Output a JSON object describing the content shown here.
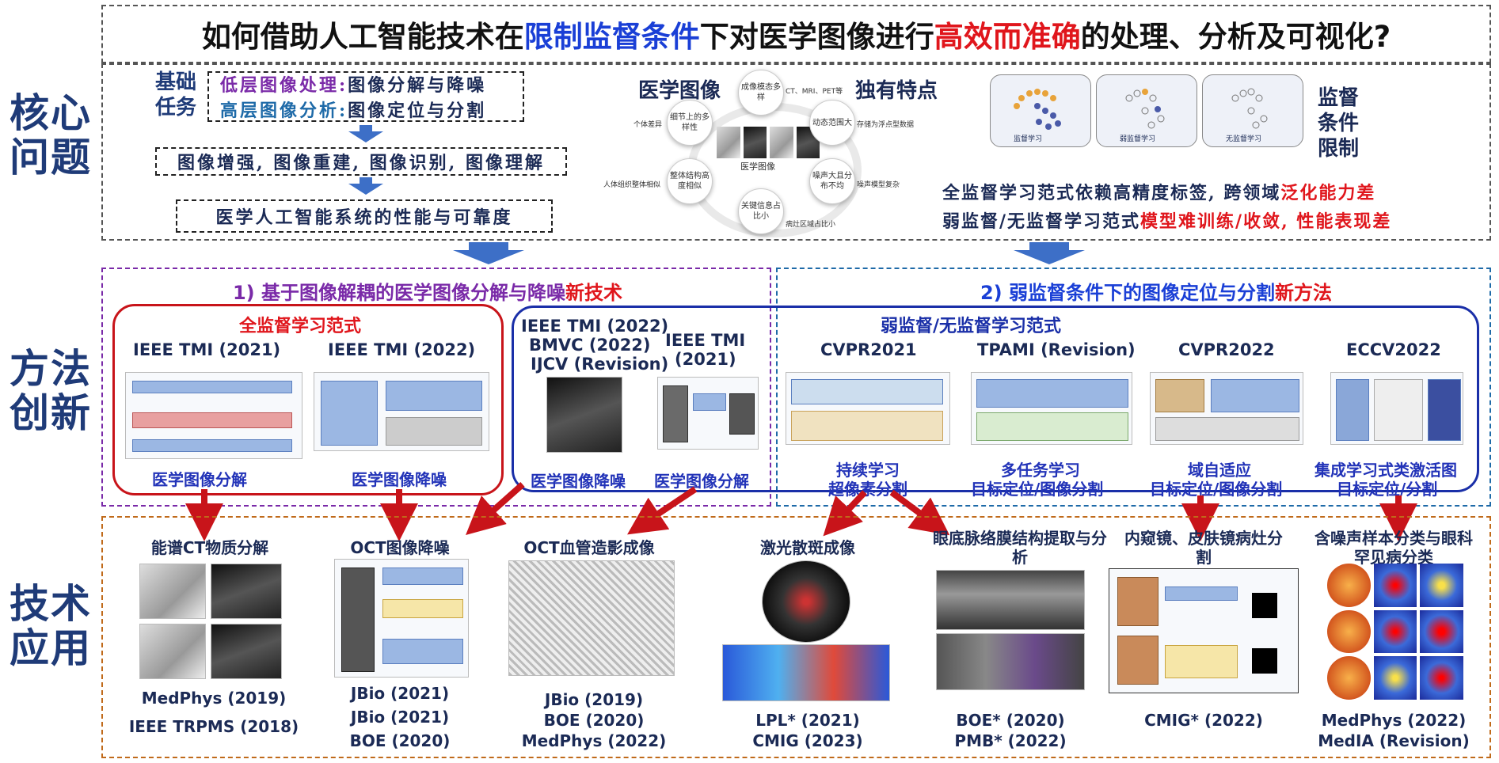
{
  "sections": {
    "core": "核心问题",
    "method": "方法创新",
    "application": "技术应用"
  },
  "title": {
    "part1": "如何借助人工智能技术在",
    "part2": "限制监督条件",
    "part3": "下对医学图像进行",
    "part4": "高效而准确",
    "part5": "的处理、分析及可视化?"
  },
  "core": {
    "basic_label": "基础任务",
    "low_level_label": "低层图像处理:",
    "low_level_value": "图像分解与降噪",
    "high_level_label": "高层图像分析:",
    "high_level_value": "图像定位与分割",
    "chain": "图像增强, 图像重建, 图像识别, 图像理解",
    "goal": "医学人工智能系统的性能与可靠度",
    "medical_image": "医学图像",
    "unique_features": "独有特点",
    "center": "医学图像",
    "features": [
      {
        "name": "成像模态多样",
        "note": "CT、MRI、PET等"
      },
      {
        "name": "动态范围大",
        "note": "存储为浮点型数据"
      },
      {
        "name": "噪声大且分布不均",
        "note": "噪声模型复杂"
      },
      {
        "name": "关键信息占比小",
        "note": "病灶区域占比小"
      },
      {
        "name": "整体结构高度相似",
        "note": "人体组织整体相似"
      },
      {
        "name": "细节上的多样性",
        "note": "个体差异"
      }
    ],
    "supervision_title": "监督条件限制",
    "supervision_panels": [
      "监督学习",
      "弱监督学习",
      "无监督学习"
    ],
    "line1_a": "全监督学习范式依赖高精度标签, 跨领域",
    "line1_b": "泛化能力差",
    "line2_a": "弱监督/无监督学习范式",
    "line2_b": "模型难训练/收敛, 性能表现差"
  },
  "method": {
    "left_header_a": "1) 基于图像解耦的医学图像分解与降噪",
    "left_header_b": "新技术",
    "right_header_a": "2) 弱监督条件下的图像定位与分割",
    "right_header_b": "新方法",
    "full_sup": "全监督学习范式",
    "weak_sup": "弱监督/无监督学习范式",
    "pubs": {
      "p1": "IEEE TMI (2021)",
      "p2": "IEEE TMI (2022)",
      "p3": "IEEE TMI (2022)",
      "p3b": "BMVC (2022)",
      "p3c": "IJCV (Revision)",
      "p4": "IEEE TMI",
      "p4b": "(2021)",
      "p5": "CVPR2021",
      "p6": "TPAMI (Revision)",
      "p7": "CVPR2022",
      "p8": "ECCV2022"
    },
    "techs": {
      "t1": "医学图像分解",
      "t2": "医学图像降噪",
      "t3": "医学图像降噪",
      "t4": "医学图像分解",
      "t5a": "持续学习",
      "t5b": "超像素分割",
      "t6a": "多任务学习",
      "t6b": "目标定位/图像分割",
      "t7a": "域自适应",
      "t7b": "目标定位/图像分割",
      "t8a": "集成学习式类激活图",
      "t8b": "目标定位/分割"
    }
  },
  "apps": [
    {
      "title": "能谱CT物质分解",
      "pubs": [
        "MedPhys (2019)",
        "IEEE TRPMS (2018)"
      ]
    },
    {
      "title": "OCT图像降噪",
      "pubs": [
        "JBio (2021)",
        "JBio (2021)",
        "BOE (2020)"
      ]
    },
    {
      "title": "OCT血管造影成像",
      "pubs": [
        "JBio (2019)",
        "BOE (2020)",
        "MedPhys (2022)"
      ]
    },
    {
      "title": "激光散斑成像",
      "pubs": [
        "LPL* (2021)",
        "CMIG (2023)"
      ]
    },
    {
      "title": "眼底脉络膜结构提取与分析",
      "pubs": [
        "BOE* (2020)",
        "PMB* (2022)"
      ]
    },
    {
      "title": "内窥镜、皮肤镜病灶分割",
      "pubs": [
        "CMIG* (2022)"
      ]
    },
    {
      "title": "含噪声样本分类与眼科罕见病分类",
      "pubs": [
        "MedPhys (2022)",
        "MedIA (Revision)"
      ]
    }
  ],
  "colors": {
    "navy": "#1b2a55",
    "red": "#e0161c",
    "blue": "#1a3fd6",
    "purple": "#7a2aa8",
    "teal": "#1e6aa8"
  }
}
